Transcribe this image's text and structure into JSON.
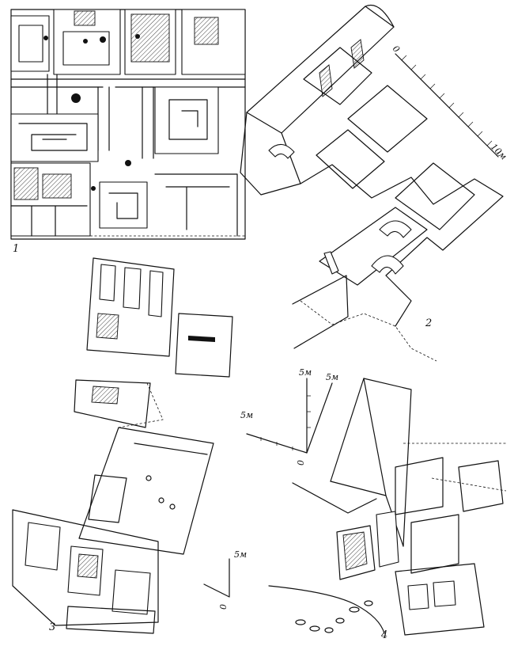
{
  "figures": [
    {
      "number": "1"
    },
    {
      "number": "2",
      "scale_start": "0",
      "scale_end": "10м"
    },
    {
      "number": "3",
      "scale_length": "5м",
      "scale_origin": "0"
    },
    {
      "number": "4",
      "scale_x": "5м",
      "scale_y": "5м",
      "scale_z": "5м",
      "scale_origin": "0"
    }
  ]
}
